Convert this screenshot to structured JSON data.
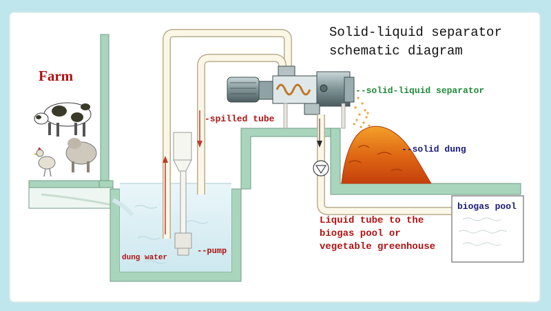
{
  "title": {
    "line1": "Solid-liquid separator",
    "line2": "schematic diagram"
  },
  "labels": {
    "farm": "Farm",
    "spilled_tube": "-spilled tube",
    "separator": "--solid-liquid separator",
    "solid_dung": "--solid dung",
    "biogas_pool": "biogas pool",
    "liquid_line1": "Liquid tube to the",
    "liquid_line2": "biogas pool or",
    "liquid_line3": "vegetable greenhouse",
    "pump": "--pump",
    "dung_water": "dung water"
  },
  "colors": {
    "frame": "#ffffff",
    "background": "#bfe6ec",
    "wall": "#a9d5bd",
    "wall_edge": "#6f9c86",
    "water": "#d8eef4",
    "pipe": "#fbf7e7",
    "pipe_edge": "#b8ad8c",
    "label_red": "#b01212",
    "label_green": "#1f8a3a",
    "label_blue": "#1a1a7a",
    "dung_dark": "#c8420c",
    "dung_light": "#f0a020"
  }
}
